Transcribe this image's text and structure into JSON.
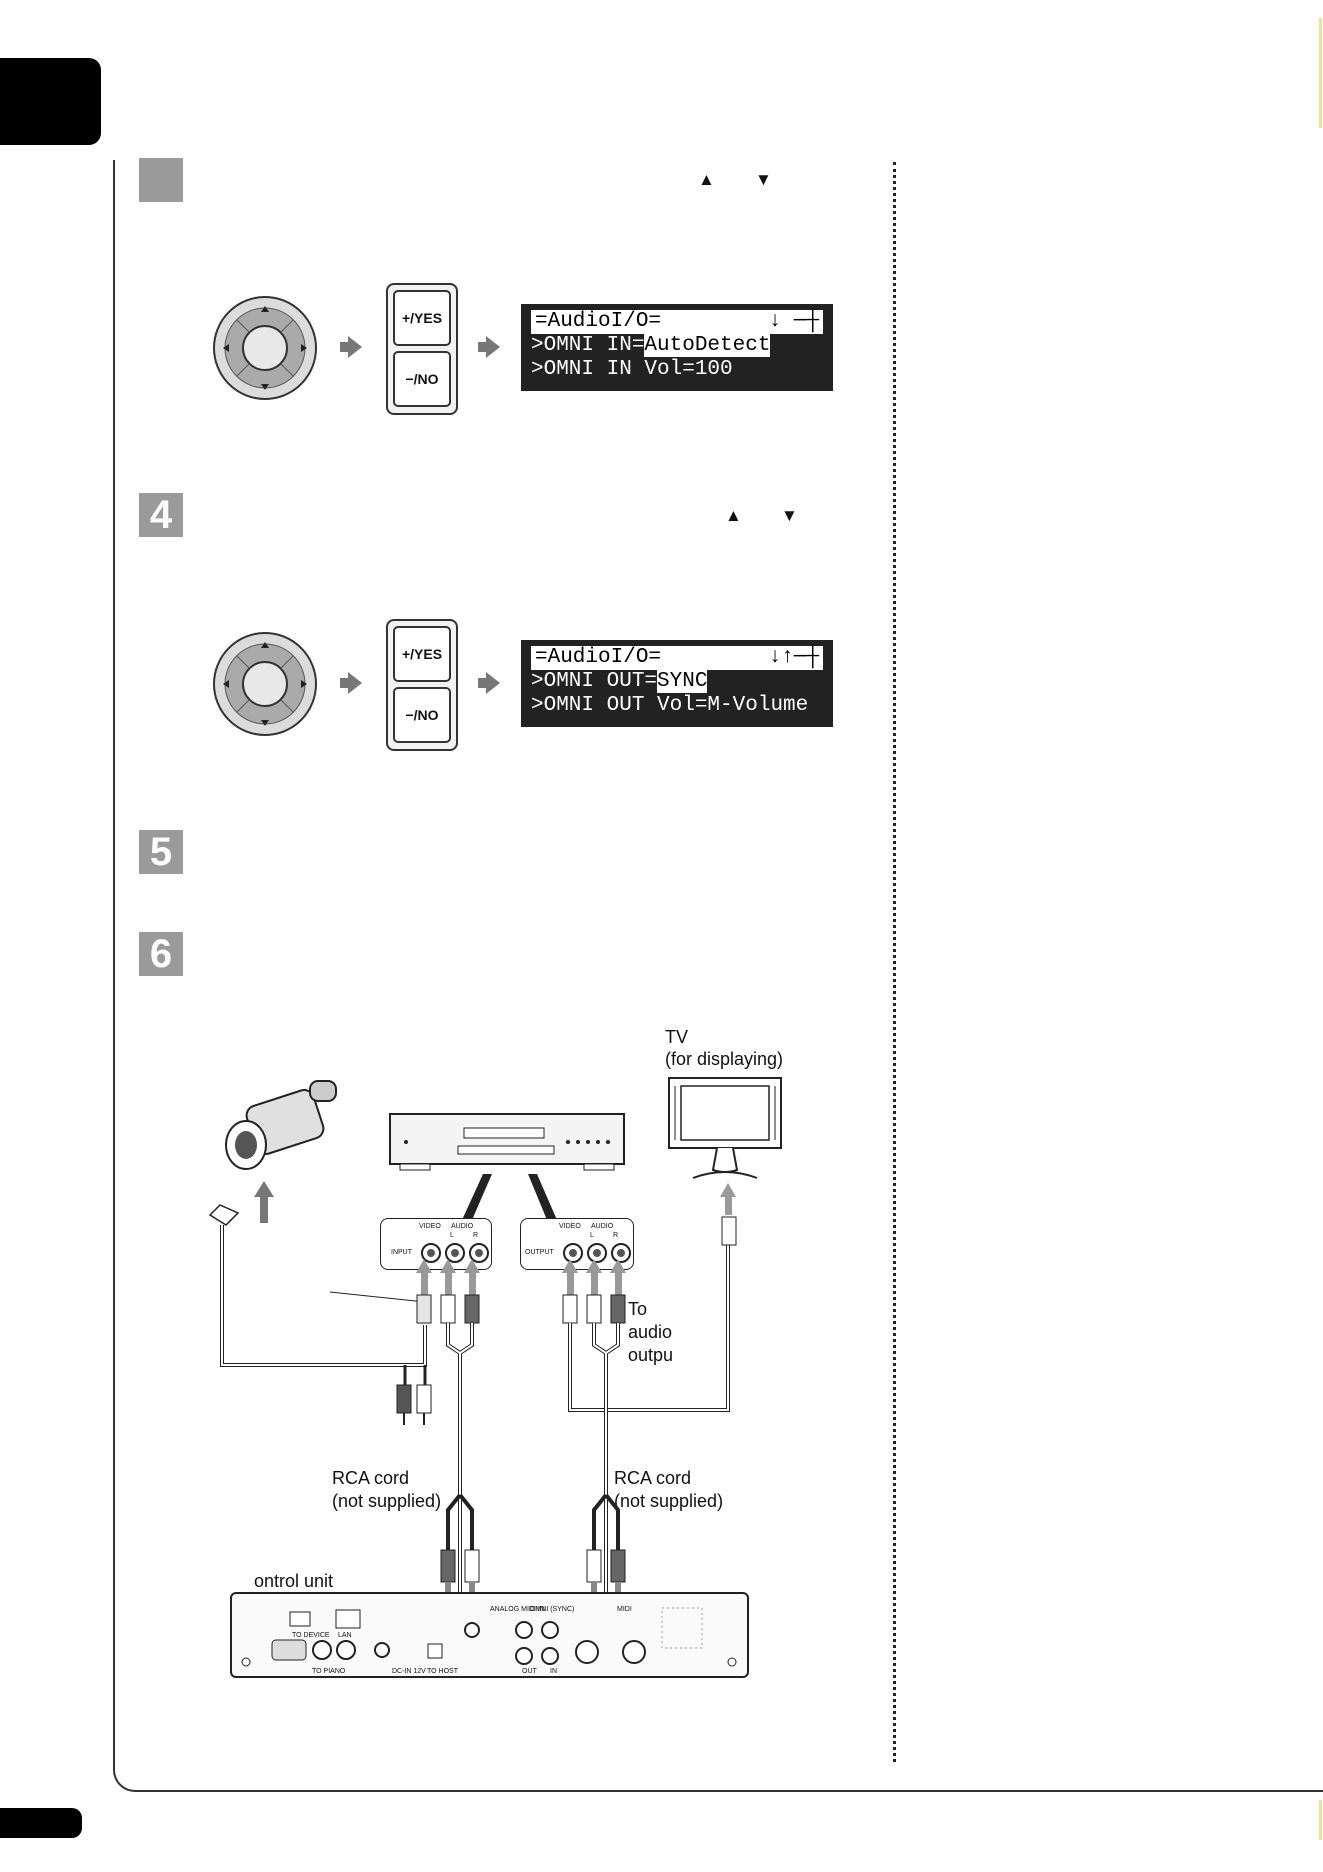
{
  "steps": {
    "s3": {
      "number": "",
      "arrows": [
        "▲",
        "▼"
      ]
    },
    "s4": {
      "number": "4",
      "arrows": [
        "▲",
        "▼"
      ]
    },
    "s5": {
      "number": "5"
    },
    "s6": {
      "number": "6"
    }
  },
  "buttons": {
    "yes": "+/YES",
    "no": "−/NO"
  },
  "lcd1": {
    "title": "=AudioI/O=",
    "title_icons": "↓ ─┼",
    "line2_prefix": ">OMNI IN=",
    "line2_value": "AutoDetect",
    "line3": ">OMNI IN Vol=100"
  },
  "lcd2": {
    "title": "=AudioI/O=",
    "title_icons": "↓↑─┼",
    "line2_prefix": ">OMNI OUT=",
    "line2_value": "SYNC",
    "line3": ">OMNI OUT Vol=M-Volume"
  },
  "diagram": {
    "tv_label": "TV",
    "tv_sublabel": "(for displaying)",
    "to_audio_lines": [
      "To",
      "audio",
      "outpu"
    ],
    "rca_left": [
      "RCA cord",
      "(not supplied)"
    ],
    "rca_right": [
      "RCA cord",
      "(not supplied)"
    ],
    "control_unit": "ontrol unit",
    "panel_input": {
      "video": "VIDEO",
      "audio": "AUDIO",
      "l": "L",
      "r": "R",
      "port": "INPUT"
    },
    "panel_output": {
      "video": "VIDEO",
      "audio": "AUDIO",
      "l": "L",
      "r": "R",
      "port": "OUTPUT"
    },
    "rear": {
      "usb_device": "TO DEVICE",
      "lan": "LAN",
      "to_piano": "TO PIANO",
      "dc_in": "DC-IN 12V",
      "to_host": "TO HOST",
      "analog_midi_in": "ANALOG MIDI IN",
      "omni_sync": "OMNI (SYNC)",
      "midi": "MIDI",
      "out": "OUT",
      "in": "IN"
    }
  }
}
